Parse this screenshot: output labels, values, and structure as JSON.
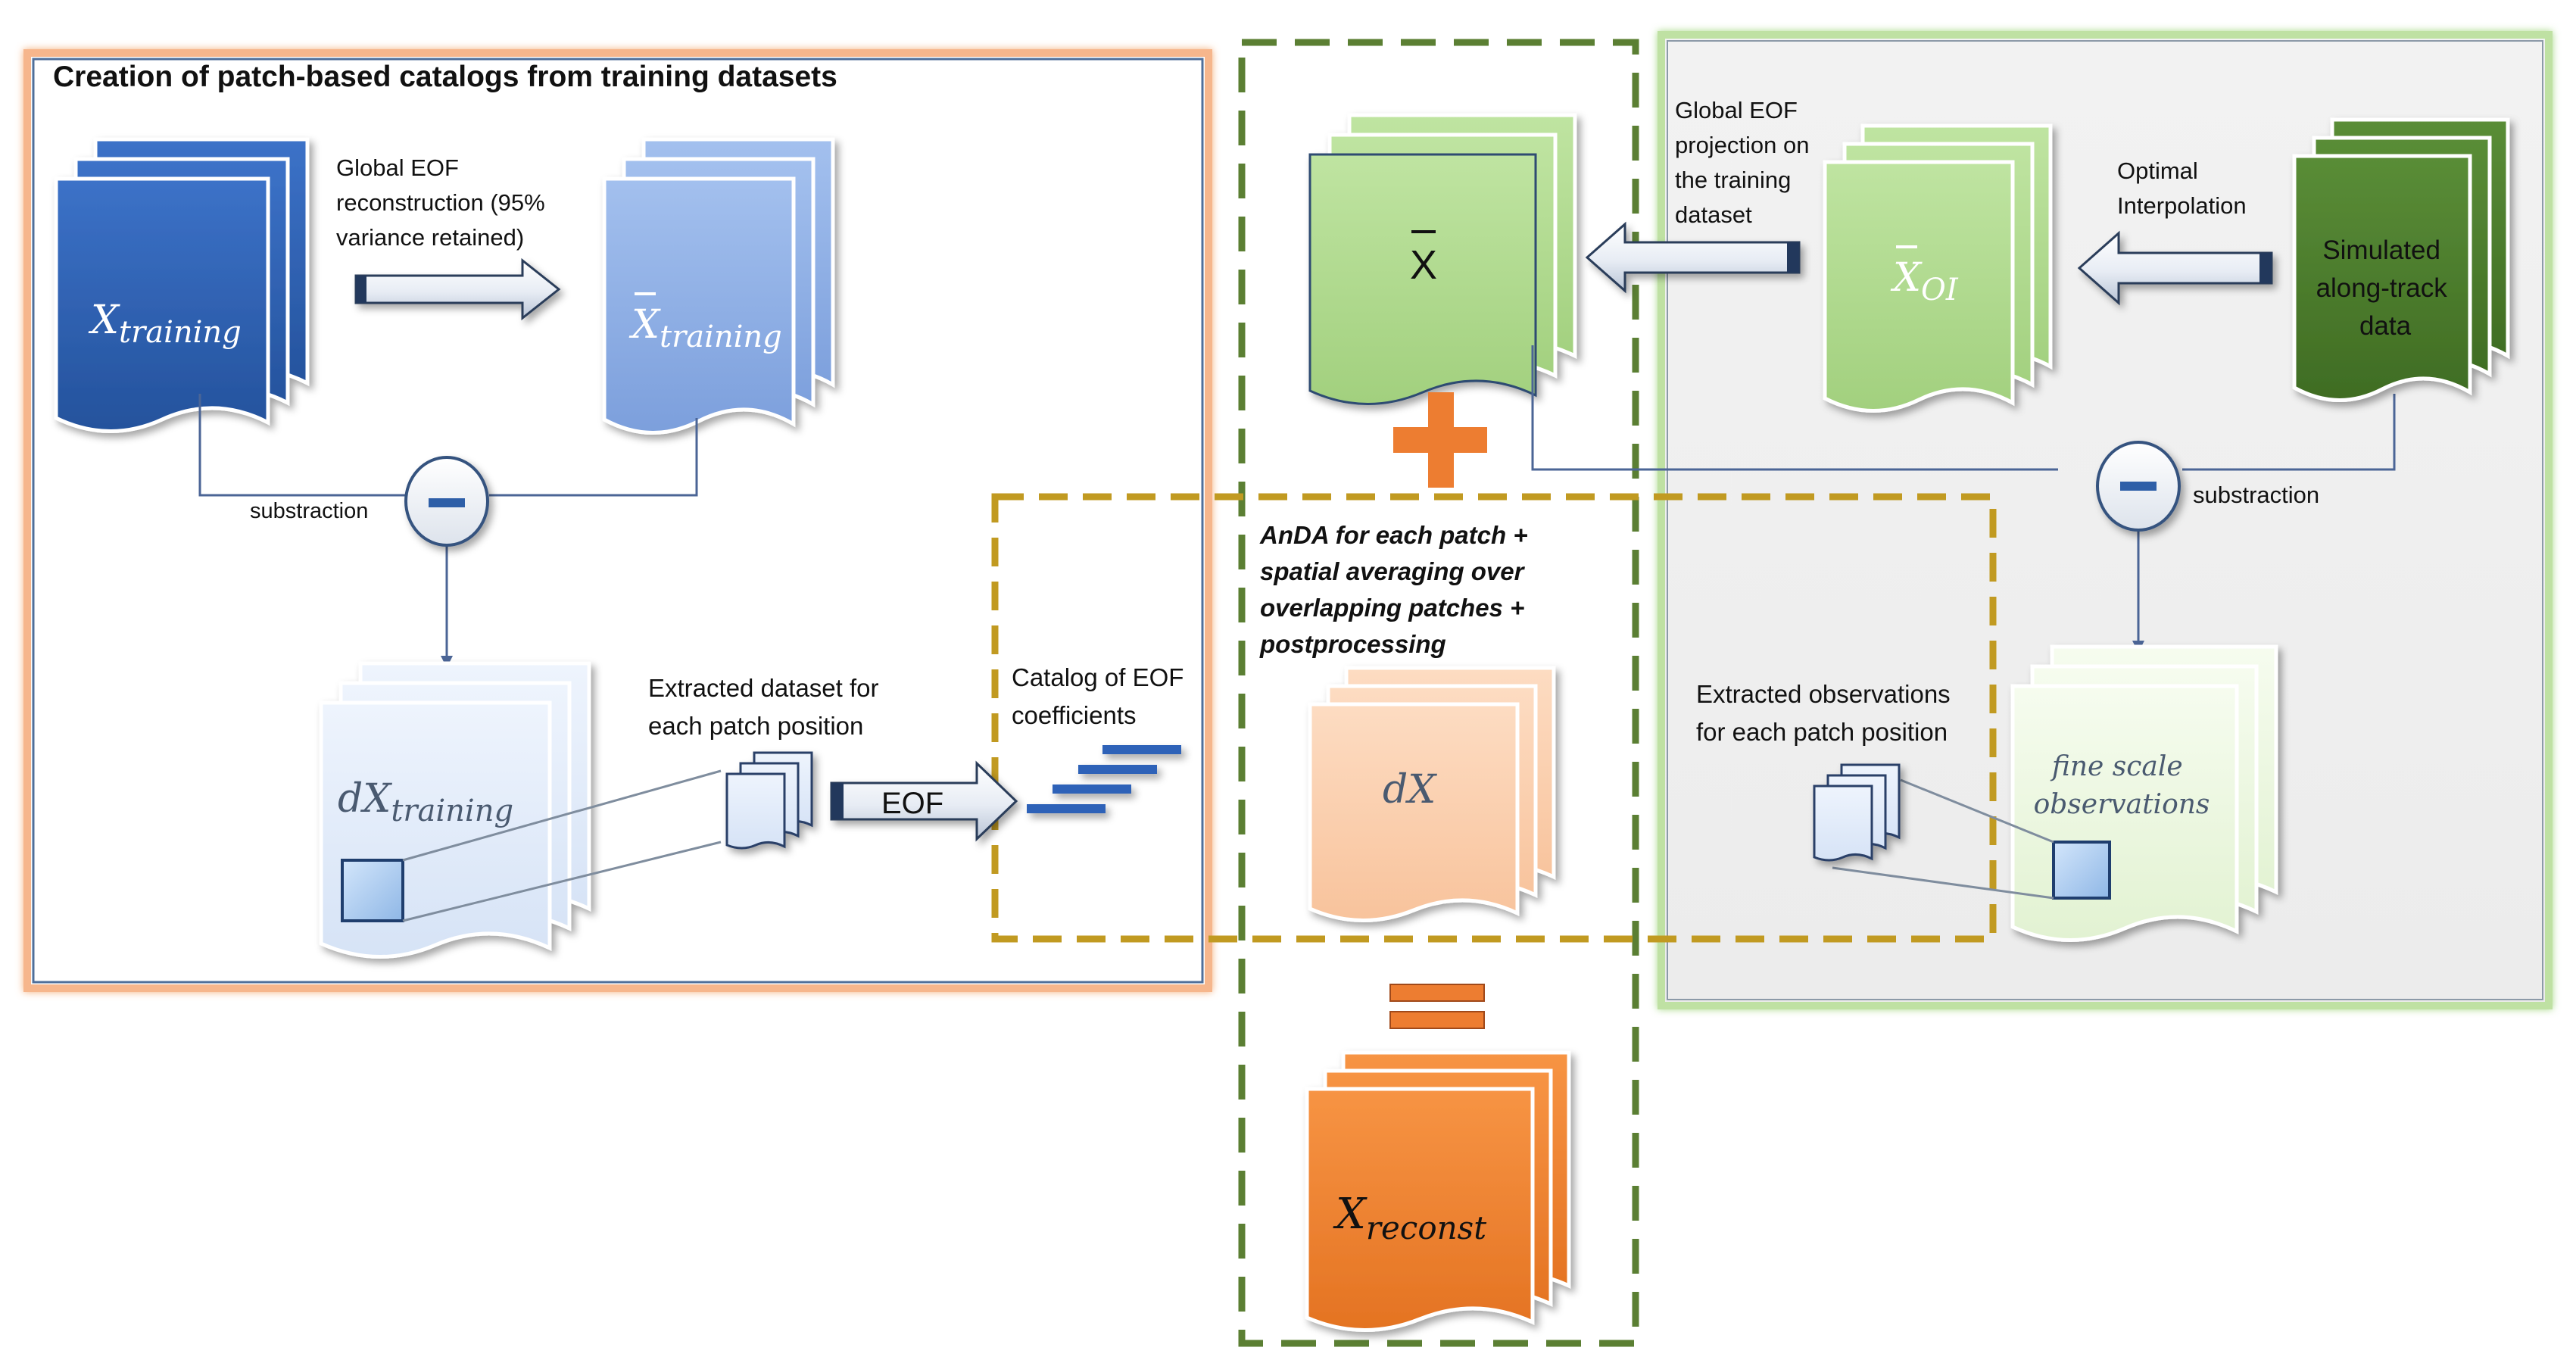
{
  "colors": {
    "orange_frame": "#f7b58a",
    "green_frame": "#b5dc9a",
    "dark_green_dash": "#5b7f33",
    "gold_dash": "#c19a21",
    "blue_dark": "#2e62b8",
    "blue_light": "#8fb0e8",
    "blue_pale": "#e3edfb",
    "green_light": "#b3dc92",
    "green_pale": "#eef8e3",
    "green_dark": "#4d7e2d",
    "peach": "#fbd2b3",
    "orange": "#f28332",
    "title_orange": "#c55a11"
  },
  "left_panel": {
    "title": "Creation of patch-based catalogs from training datasets",
    "x_training": {
      "base": "X",
      "sub": "training"
    },
    "xbar_training": {
      "base": "X",
      "sub": "training"
    },
    "dx_training": {
      "base": "dX",
      "sub": "training"
    },
    "reconstruction_text": [
      "Global EOF",
      "reconstruction (95%",
      "variance retained)"
    ],
    "substraction_label": "substraction",
    "extracted_dataset_text": [
      "Extracted dataset for",
      "each patch position"
    ],
    "eof_arrow_label": "EOF",
    "catalog_text": [
      "Catalog of EOF",
      "coefficients"
    ]
  },
  "center": {
    "xbar_label": "X",
    "anda_text": [
      "AnDA for each patch +",
      "spatial averaging over",
      "overlapping patches +",
      "postprocessing"
    ],
    "dx_label": "dX",
    "x_reconst": {
      "base": "X",
      "sub": "reconst"
    }
  },
  "right_panel": {
    "projection_text": [
      "Global EOF",
      "projection on",
      "the training",
      "dataset"
    ],
    "xbar_oi": {
      "base": "X",
      "sub": "OI"
    },
    "optimal_interp_text": [
      "Optimal",
      "Interpolation"
    ],
    "simulated_text": [
      "Simulated",
      "along-track",
      "data"
    ],
    "substraction_label": "substraction",
    "extracted_obs_text": [
      "Extracted observations",
      "for each patch position"
    ],
    "fine_scale_text": [
      "fine scale",
      "observations"
    ]
  }
}
